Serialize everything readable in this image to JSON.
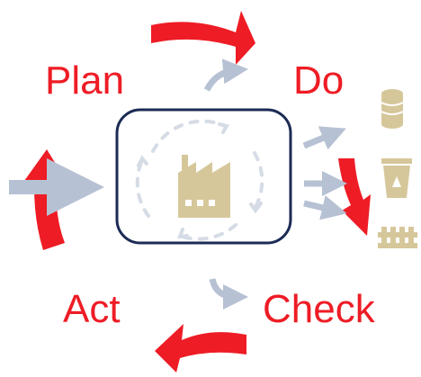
{
  "stages": {
    "plan": "Plan",
    "do": "Do",
    "check": "Check",
    "act": "Act"
  },
  "icons": {
    "center": "factory-icon",
    "outputs": [
      "database-icon",
      "recycle-bin-icon",
      "test-tubes-icon"
    ]
  },
  "colors": {
    "label": "#ee1c25",
    "cycle_arrow": "#ee1c25",
    "flow_arrow": "#b6c1d3",
    "icon": "#d6c79b",
    "box_border": "#1c2b55"
  }
}
